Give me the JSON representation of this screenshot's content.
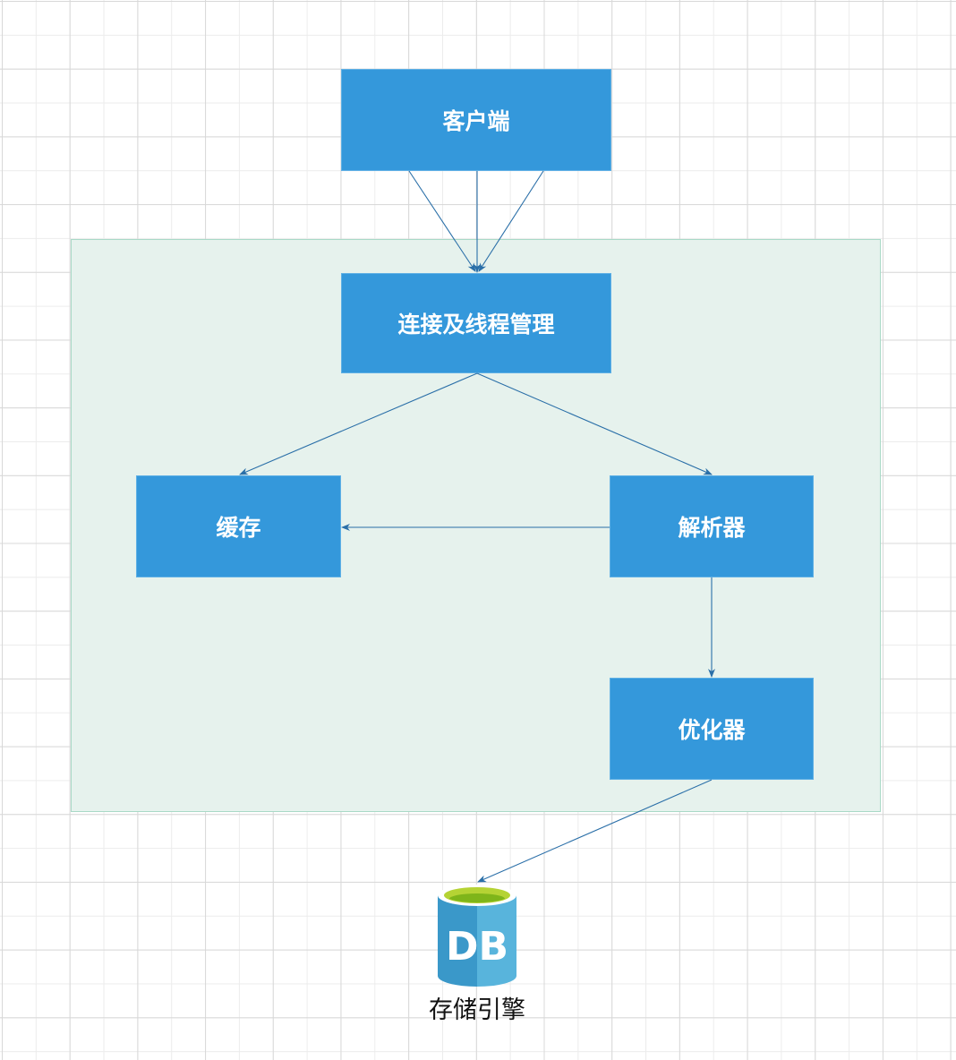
{
  "nodes": {
    "client": "客户端",
    "connection": "连接及线程管理",
    "cache": "缓存",
    "parser": "解析器",
    "optimizer": "优化器",
    "storage": "存储引擎"
  },
  "db_icon_text": "DB",
  "colors": {
    "node": "#3498db",
    "container": "#e6f2ed",
    "edge": "#2a6fa8",
    "db_left": "#3a98c9",
    "db_right": "#58b4dc",
    "db_top": "#b5d334"
  }
}
